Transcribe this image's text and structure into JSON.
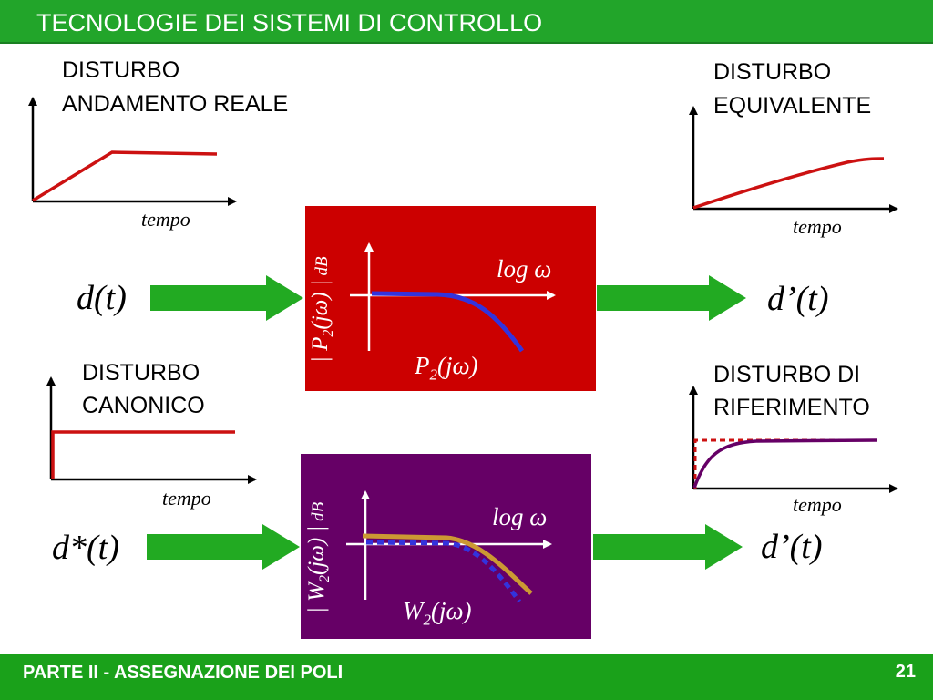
{
  "header": {
    "title": "TECNOLOGIE DEI SISTEMI DI CONTROLLO"
  },
  "footer": {
    "text": "PARTE II - ASSEGNAZIONE DEI POLI",
    "page": "21"
  },
  "disturbances": {
    "reale": {
      "line1": "DISTURBO",
      "line2": "ANDAMENTO REALE",
      "axis": "tempo"
    },
    "equivalente": {
      "line1": "DISTURBO",
      "line2": "EQUIVALENTE",
      "axis": "tempo"
    },
    "canonico": {
      "line1": "DISTURBO",
      "line2": "CANONICO",
      "axis": "tempo"
    },
    "riferimento": {
      "line1": "DISTURBO DI",
      "line2": "RIFERIMENTO",
      "axis": "tempo"
    }
  },
  "signals": {
    "d_in": "d(t)",
    "d_out_top": "d’(t)",
    "d_star": "d*(t)",
    "d_out_bottom": "d’(t)"
  },
  "blocks": {
    "p2": {
      "ylabel_pre": "| ",
      "ylabel_main": "P",
      "ylabel_sub": "2",
      "ylabel_arg": "(jω) |",
      "ylabel_unit": "dB",
      "xlabel": "log ω",
      "name_main": "P",
      "name_sub": "2",
      "name_arg": "(jω)"
    },
    "w2": {
      "ylabel_pre": "| ",
      "ylabel_main": "W",
      "ylabel_sub": "2",
      "ylabel_arg": "(jω) |",
      "ylabel_unit": "dB",
      "xlabel": "log ω",
      "name_main": "W",
      "name_sub": "2",
      "name_arg": "(jω)"
    }
  },
  "colors": {
    "green": "#22a52a",
    "red": "#cc0000",
    "purple": "#660066",
    "blue": "#3333dd",
    "gold": "#cc9933",
    "curve_red": "#cc1111",
    "curve_purple": "#660066"
  }
}
